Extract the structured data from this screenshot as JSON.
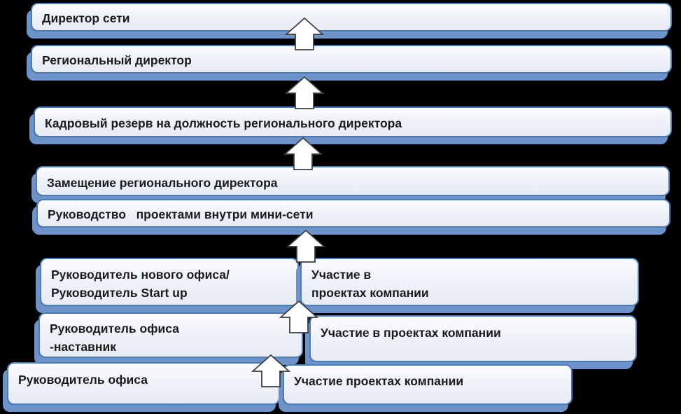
{
  "diagram": {
    "title": "career-progression-ladder",
    "colors": {
      "background": "#000000",
      "box_border": "#4a7dba",
      "box_shadow": "#6d93c9",
      "box_fill_top": "#fbfcfe",
      "box_fill_bottom": "#e7ebf5",
      "text": "#1b1b1b",
      "arrow_fill": "#ffffff",
      "arrow_outline": "#3f3f3f"
    },
    "icons": {
      "up_arrow": "block-arrow-up"
    },
    "boxes": [
      {
        "name": "network-director",
        "label": "Директор сети"
      },
      {
        "name": "regional-director",
        "label": "Региональный директор"
      },
      {
        "name": "talent-pool",
        "label": "Кадровый резерв на должность регионального директора"
      },
      {
        "name": "acting-regional-director",
        "label": "Замещение регионального директора"
      },
      {
        "name": "mini-network-projects",
        "label": "Руководство   проектами внутри мини-сети"
      },
      {
        "name": "new-office-head",
        "label": "Руководитель нового офиса/\nРуководитель Start up"
      },
      {
        "name": "projects-participation-top",
        "label": "Участие в\nпроектах компании"
      },
      {
        "name": "office-head-mentor",
        "label": "Руководитель офиса\n-наставник"
      },
      {
        "name": "projects-participation-middle",
        "label": "Участие в проектах компании"
      },
      {
        "name": "office-head",
        "label": "Руководитель офиса"
      },
      {
        "name": "projects-participation-bottom",
        "label": "Участие проектах компании"
      }
    ],
    "arrow_count": 6
  }
}
